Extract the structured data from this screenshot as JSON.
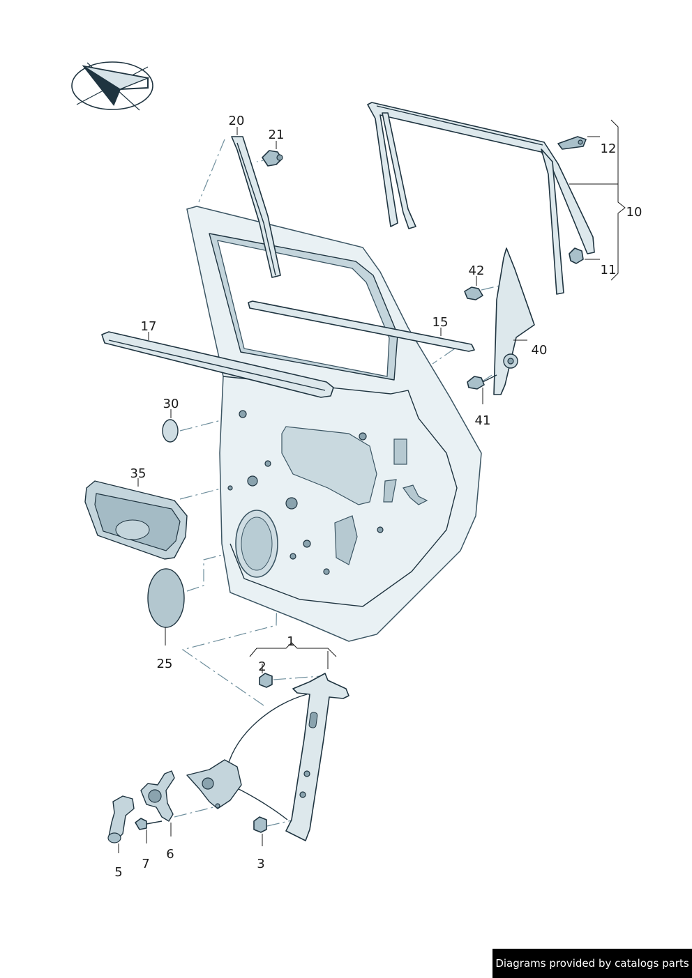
{
  "callouts": {
    "c1": "1",
    "c2": "2",
    "c3": "3",
    "c5": "5",
    "c6": "6",
    "c7": "7",
    "c10": "10",
    "c11": "11",
    "c12": "12",
    "c15": "15",
    "c17": "17",
    "c20": "20",
    "c21": "21",
    "c25": "25",
    "c30": "30",
    "c35": "35",
    "c40": "40",
    "c41": "41",
    "c42": "42"
  },
  "footer": {
    "text": "Diagrams provided by catalogs parts"
  },
  "colors": {
    "part_fill": "#dde8ec",
    "part_stroke": "#1f3440",
    "leader_dash": "#6f8f9d",
    "footer_bg": "#000000"
  },
  "icons": {
    "orientation": "direction-arrow-icon"
  }
}
